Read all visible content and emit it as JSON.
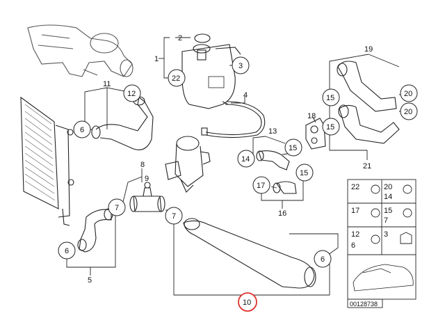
{
  "callouts": {
    "c1": "1",
    "c2": "2",
    "c3": "3",
    "c4": "4",
    "c5": "5",
    "c6a": "6",
    "c6b": "6",
    "c6c": "6",
    "c7a": "7",
    "c7b": "7",
    "c8": "8",
    "c9": "9",
    "c10": "10",
    "c11": "11",
    "c12": "12",
    "c13": "13",
    "c14": "14",
    "c15a": "15",
    "c15b": "15",
    "c15c": "15",
    "c15d": "15",
    "c16": "16",
    "c17": "17",
    "c18": "18",
    "c19": "19",
    "c20a": "20",
    "c20b": "20",
    "c21": "21",
    "c22": "22"
  },
  "legend": {
    "r1a": "22",
    "r1b": "20",
    "r1c": "14",
    "r2a": "17",
    "r2b": "15",
    "r2c": "7",
    "r3a": "12",
    "r3b": "6",
    "r3c": "3"
  },
  "diagram_id": "00128738",
  "highlight_color": "#e0312b"
}
